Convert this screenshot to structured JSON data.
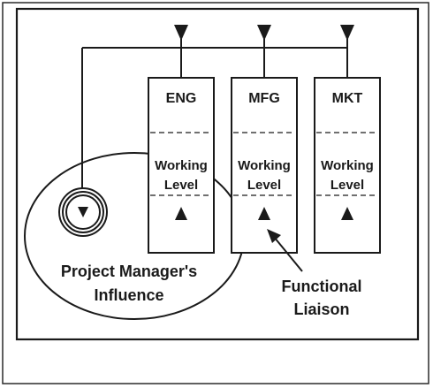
{
  "departments": [
    {
      "label": "ENG",
      "level_line1": "Working",
      "level_line2": "Level"
    },
    {
      "label": "MFG",
      "level_line1": "Working",
      "level_line2": "Level"
    },
    {
      "label": "MKT",
      "level_line1": "Working",
      "level_line2": "Level"
    }
  ],
  "influence_caption_line1": "Project Manager's",
  "influence_caption_line2": "Influence",
  "liaison_caption_line1": "Functional",
  "liaison_caption_line2": "Liaison",
  "colors": {
    "ink": "#1a1a1a",
    "frame": "#2a2a2a",
    "paper": "#ffffff"
  }
}
